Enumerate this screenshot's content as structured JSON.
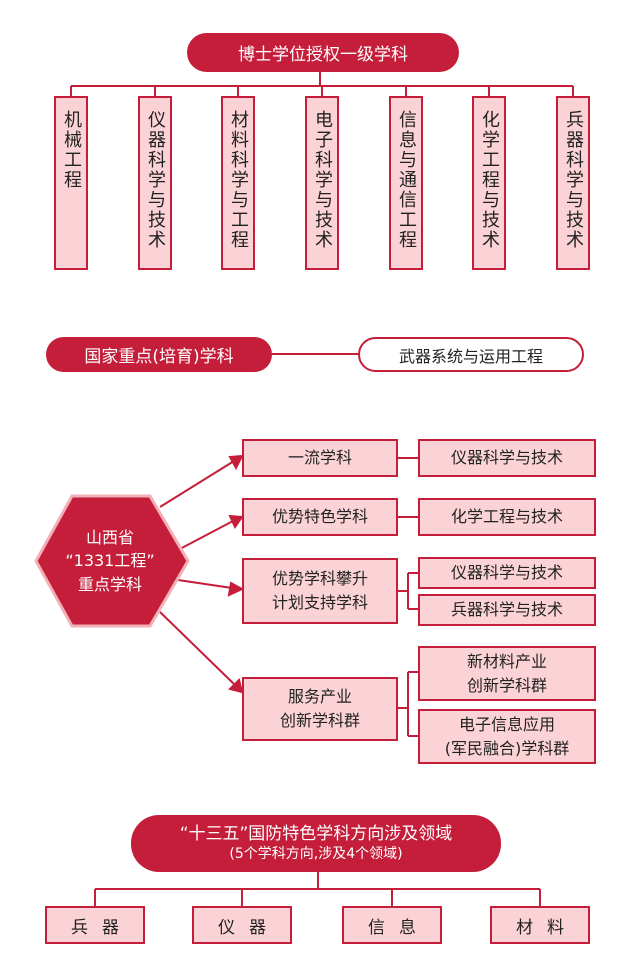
{
  "section1": {
    "title": "博士学位授权一级学科",
    "disciplines": [
      "机械工程",
      "仪器科学与技术",
      "材料科学与工程",
      "电子科学与技术",
      "信息与通信工程",
      "化学工程与技术",
      "兵器科学与技术"
    ]
  },
  "section2": {
    "title": "国家重点(培育)学科",
    "discipline": "武器系统与运用工程"
  },
  "section3": {
    "center": [
      "山西省",
      "“1331工程”",
      "重点学科"
    ],
    "categories": [
      {
        "name": "一流学科",
        "items": [
          "仪器科学与技术"
        ]
      },
      {
        "name": "优势特色学科",
        "items": [
          "化学工程与技术"
        ]
      },
      {
        "name_lines": [
          "优势学科攀升",
          "计划支持学科"
        ],
        "items": [
          "仪器科学与技术",
          "兵器科学与技术"
        ]
      },
      {
        "name_lines": [
          "服务产业",
          "创新学科群"
        ],
        "items_lines": [
          [
            "新材料产业",
            "创新学科群"
          ],
          [
            "电子信息应用",
            "(军民融合)学科群"
          ]
        ]
      }
    ]
  },
  "section4": {
    "title": "“十三五”国防特色学科方向涉及领域",
    "subtitle": "(5个学科方向,涉及4个领域)",
    "fields": [
      "兵器",
      "仪器",
      "信息",
      "材料"
    ]
  },
  "colors": {
    "accent": "#c41e3a",
    "box_fill": "#fbd3d6"
  }
}
